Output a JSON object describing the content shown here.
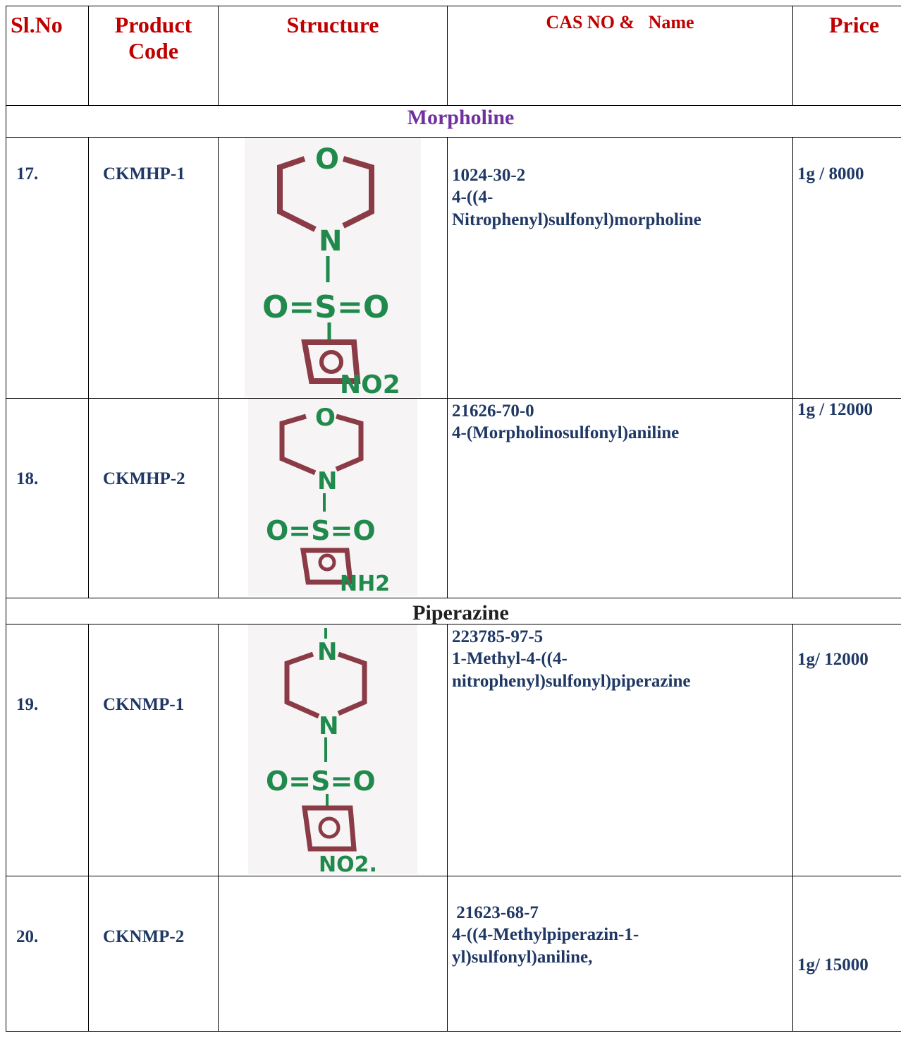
{
  "header": {
    "sl_no": "Sl.No",
    "product": "Product",
    "code": "Code",
    "structure": "Structure",
    "cas_name": "CAS NO &   Name",
    "price": "Price"
  },
  "sections": [
    {
      "title": "Morpholine",
      "color": "#7030a0"
    },
    {
      "title": "Piperazine",
      "color": "#1f1f1f"
    }
  ],
  "rows": [
    {
      "sl": "17.",
      "code": "CKMHP-1",
      "cas": "1024-30-2",
      "name_lines": [
        "4-((4-",
        "Nitrophenyl)sulfonyl)morpholine"
      ],
      "price": "1g / 8000",
      "structure": {
        "top": "O",
        "link": "N",
        "sulfonyl": "O=S=O",
        "sub": "NO2"
      }
    },
    {
      "sl": "18.",
      "code": "CKMHP-2",
      "cas": "21626-70-0",
      "name_lines": [
        "4-(Morpholinosulfonyl)aniline"
      ],
      "price": "1g / 12000",
      "structure": {
        "top": "O",
        "link": "N",
        "sulfonyl": "O=S=O",
        "sub": "NH2"
      }
    },
    {
      "sl": "19.",
      "code": "CKNMP-1",
      "cas": "223785-97-5",
      "name_lines": [
        "1-Methyl-4-((4-",
        "nitrophenyl)sulfonyl)piperazine"
      ],
      "price": "1g/ 12000",
      "structure": {
        "top": "N",
        "link": "N",
        "sulfonyl": "O=S=O",
        "sub": "NO2."
      }
    },
    {
      "sl": "20.",
      "code": "CKNMP-2",
      "cas": " 21623-68-7",
      "name_lines": [
        "4-((4-Methylpiperazin-1-",
        "yl)sulfonyl)aniline,"
      ],
      "price": "1g/ 15000"
    }
  ],
  "colors": {
    "header_red": "#c00000",
    "body_navy": "#1f3864",
    "ring_maroon": "#8a3b46",
    "atom_green": "#1f8a4c"
  }
}
